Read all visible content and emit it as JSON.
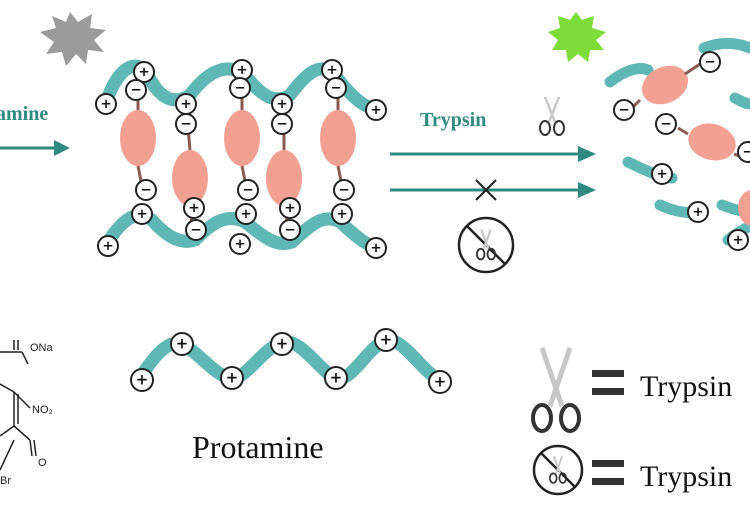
{
  "labels": {
    "left_arrow_label": "amine",
    "enzyme_label": "Trypsin",
    "protamine_caption": "Protamine",
    "legend_1": "Trypsin",
    "legend_2": "Trypsin",
    "chem_group_1": "ONa",
    "chem_group_2": "NO₂",
    "chem_atom_O": "O",
    "chem_atom_Br": "Br"
  },
  "symbols": {
    "positive": "+",
    "negative": "−"
  },
  "icons": {
    "burst_dim": "starburst-icon",
    "burst_bright": "starburst-icon",
    "scissors": "scissors-icon",
    "inhibited": "no-scissors-icon"
  },
  "colors": {
    "strand": "#5fb7b6",
    "drug": "#f2a092",
    "arrow": "#2f8a80",
    "burst_dim": "#9b9b9b",
    "burst_bright": "#7ddc3a"
  }
}
